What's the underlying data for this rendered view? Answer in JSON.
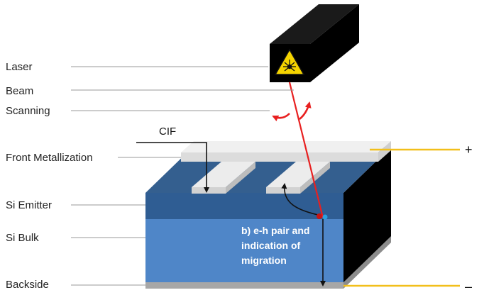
{
  "labels": {
    "laser": "Laser",
    "beam": "Beam",
    "scanning": "Scanning",
    "front_metallization": "Front Metallization",
    "si_emitter": "Si Emitter",
    "si_bulk": "Si Bulk",
    "backside": "Backside"
  },
  "cif_label": "CIF",
  "annotation": {
    "line1": "b) e-h pair and",
    "line2": "indication of",
    "line3": "migration"
  },
  "terminals": {
    "plus": "+",
    "minus": "–"
  },
  "colors": {
    "emitter": "#2f5d93",
    "bulk": "#4f86c8",
    "top_face": "#345f8f",
    "metal": "#e6e6e6",
    "beam": "#e82020",
    "wire": "#f2bf1b",
    "laser_body": "#000000",
    "warning": "#f5d400"
  },
  "icons": [
    "laser-warning-icon"
  ]
}
